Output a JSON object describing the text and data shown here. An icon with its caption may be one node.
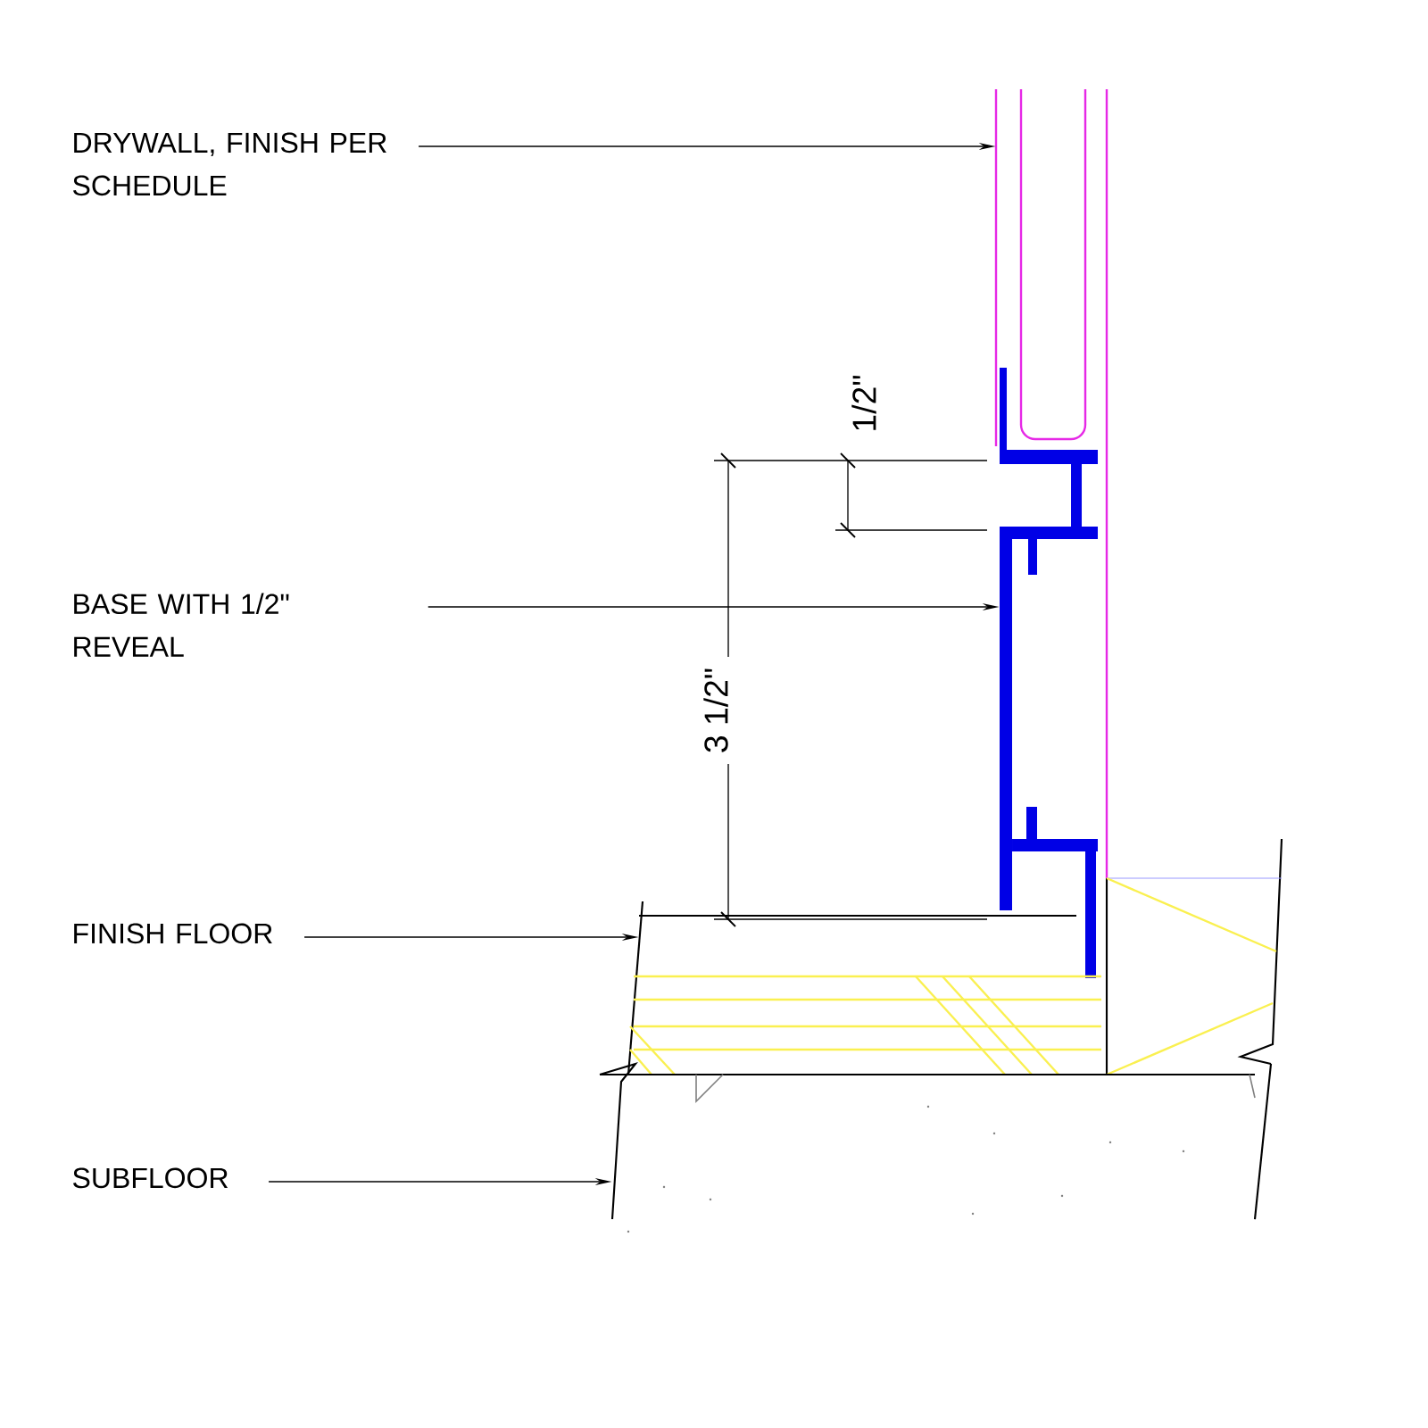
{
  "diagram": {
    "nodes": [
      {
        "text": [
          "DRYWALL, FINISH PER SCHEDULE"
        ]
      },
      {
        "text": [
          "BASE WITH 1/2\" REVEAL"
        ]
      },
      {
        "text": [
          "FINISH FLOOR"
        ]
      },
      {
        "text": [
          "SUBFLOOR"
        ]
      },
      {
        "text": [],
        "shape": "picture"
      },
      {
        "text": [],
        "shape": "picture"
      },
      {
        "text": [],
        "shape": "picture"
      },
      {
        "text": [],
        "shape": "picture"
      }
    ],
    "edges": [
      {
        "from": 0,
        "to": 4,
        "arrow": "to"
      },
      {
        "from": 1,
        "to": 5,
        "arrow": "to"
      },
      {
        "from": 2,
        "to": 6,
        "arrow": "to"
      },
      {
        "from": 3,
        "to": 7,
        "arrow": "to"
      }
    ],
    "labels": [
      "1/2\"",
      "3 1/2\""
    ]
  }
}
